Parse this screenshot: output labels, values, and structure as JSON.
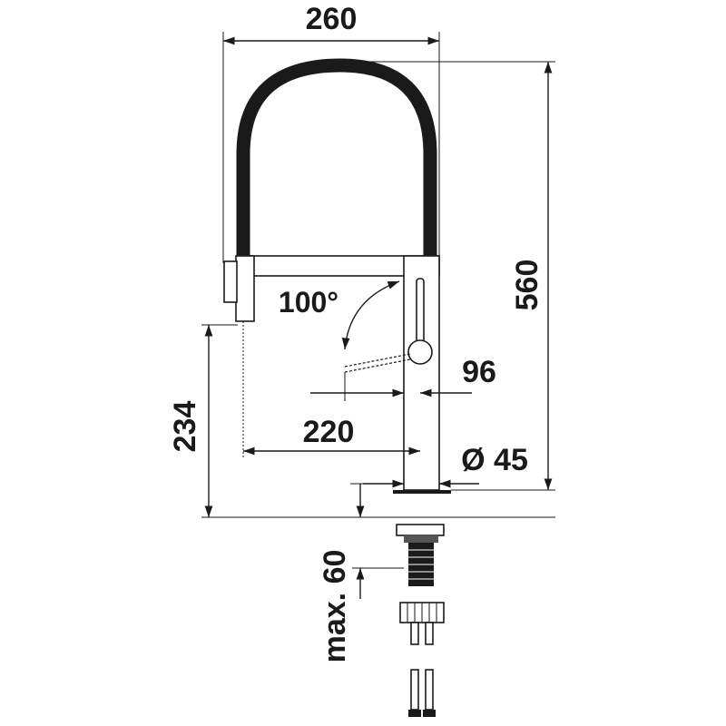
{
  "drawing": {
    "dimensions": {
      "width_total": "260",
      "height_total": "560",
      "swivel_angle": "100°",
      "lever_reach": "96",
      "spout_reach": "220",
      "spout_height": "234",
      "body_diameter": "Ø 45",
      "counter_thickness": "max. 60"
    },
    "colors": {
      "line": "#1a1a1a",
      "hose": "#1a1a1a",
      "background": "#ffffff"
    }
  }
}
